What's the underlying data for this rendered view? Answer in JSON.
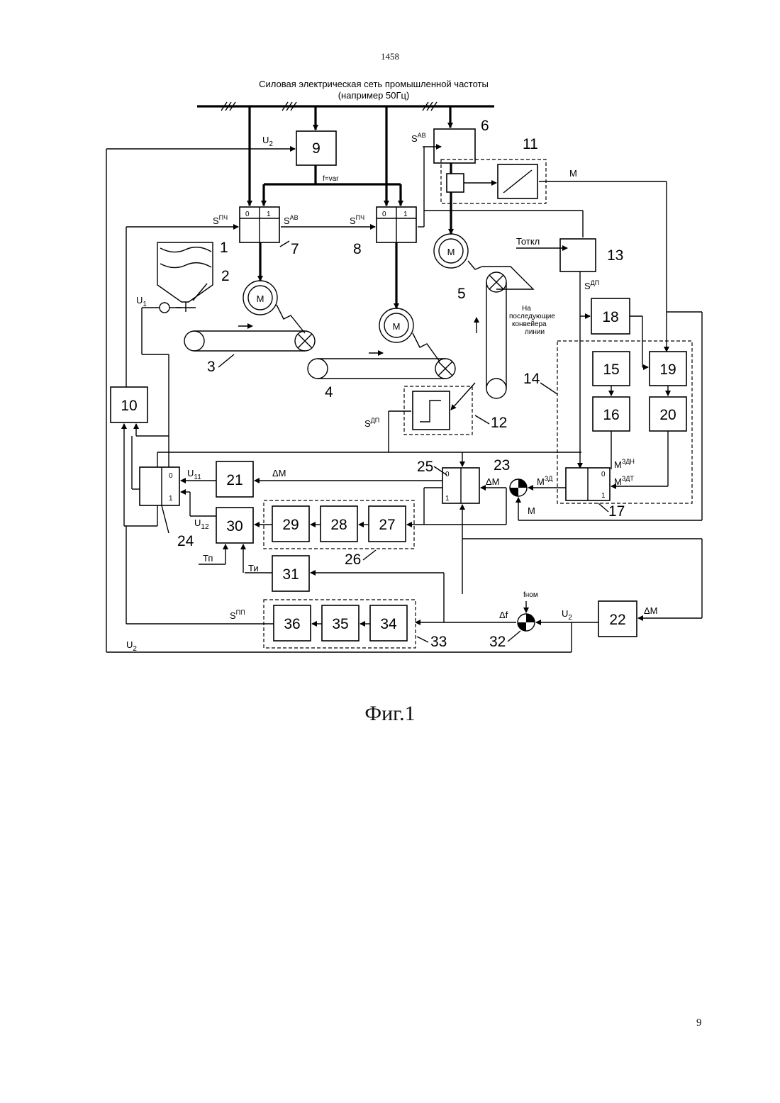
{
  "page": {
    "top_number": "1458",
    "bottom_number": "9",
    "figure_caption": "Фиг.1"
  },
  "diagram": {
    "title_line1": "Силовая электрическая сеть промышленной частоты",
    "title_line2": "(например 50Гц)",
    "outlet_text": [
      "На",
      "последующие",
      "конвейера",
      "линии"
    ],
    "blocks": [
      "1",
      "2",
      "3",
      "4",
      "5",
      "6",
      "7",
      "8",
      "9",
      "10",
      "11",
      "12",
      "13",
      "14",
      "15",
      "16",
      "17",
      "18",
      "19",
      "20",
      "21",
      "22",
      "23",
      "24",
      "25",
      "26",
      "27",
      "28",
      "29",
      "30",
      "31",
      "32",
      "33",
      "34",
      "35",
      "36"
    ],
    "signals": {
      "u1": "U",
      "u1_sub": "1",
      "u2": "U",
      "u2_sub": "2",
      "u11": "U",
      "u11_sub": "11",
      "u12": "U",
      "u12_sub": "12",
      "f_var": "f=var",
      "s": "S",
      "s_pch": "ПЧ",
      "s_av": "АВ",
      "s_dp": "ДП",
      "s_pp": "ПП",
      "m": "M",
      "m_zd": "ЗД",
      "m_zdn": "ЗДН",
      "m_zdt": "ЗДТ",
      "delta_m": "ΔM",
      "delta_f": "Δf",
      "f_nom": "fном",
      "t_off": "Тоткл",
      "t_p": "Тп",
      "t_i": "Ти",
      "zero": "0",
      "one": "1",
      "motor": "M"
    }
  }
}
